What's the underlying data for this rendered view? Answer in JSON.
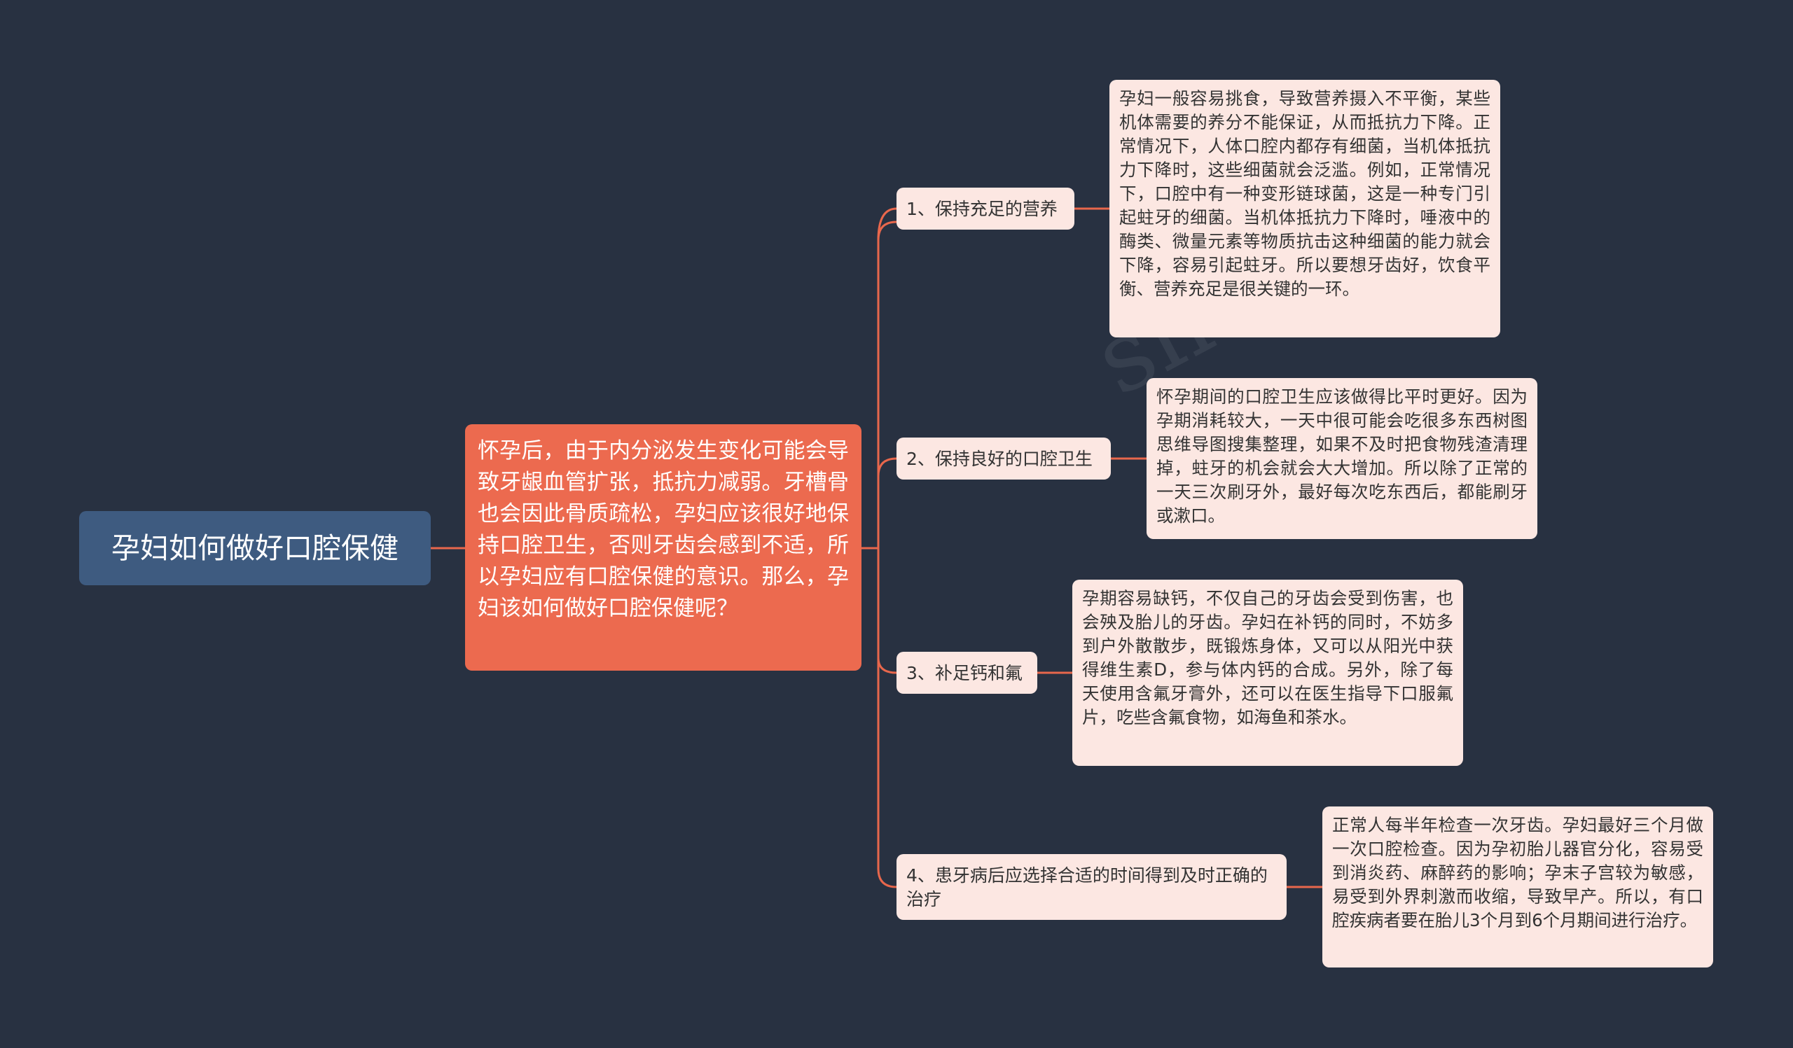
{
  "root": {
    "label": "孕妇如何做好口腔保健"
  },
  "summary": {
    "text": "怀孕后，由于内分泌发生变化可能会导致牙龈血管扩张，抵抗力减弱。牙槽骨也会因此骨质疏松，孕妇应该很好地保持口腔卫生，否则牙齿会感到不适，所以孕妇应有口腔保健的意识。那么，孕妇该如何做好口腔保健呢？"
  },
  "branches": [
    {
      "label": "1、保持充足的营养",
      "detail": "孕妇一般容易挑食，导致营养摄入不平衡，某些机体需要的养分不能保证，从而抵抗力下降。正常情况下，人体口腔内都存有细菌，当机体抵抗力下降时，这些细菌就会泛滥。例如，正常情况下，口腔中有一种变形链球菌，这是一种专门引起蛀牙的细菌。当机体抵抗力下降时，唾液中的酶类、微量元素等物质抗击这种细菌的能力就会下降，容易引起蛀牙。所以要想牙齿好，饮食平衡、营养充足是很关键的一环。"
    },
    {
      "label": "2、保持良好的口腔卫生",
      "detail": "怀孕期间的口腔卫生应该做得比平时更好。因为孕期消耗较大，一天中很可能会吃很多东西树图思维导图搜集整理，如果不及时把食物残渣清理掉，蛀牙的机会就会大大增加。所以除了正常的一天三次刷牙外，最好每次吃东西后，都能刷牙或漱口。"
    },
    {
      "label": "3、补足钙和氟",
      "detail": "孕期容易缺钙，不仅自己的牙齿会受到伤害，也会殃及胎儿的牙齿。孕妇在补钙的同时，不妨多到户外散散步，既锻炼身体，又可以从阳光中获得维生素D，参与体内钙的合成。另外，除了每天使用含氟牙膏外，还可以在医生指导下口服氟片，吃些含氟食物，如海鱼和茶水。"
    },
    {
      "label": "4、患牙病后应选择合适的时间得到及时正确的治疗",
      "detail": "正常人每半年检查一次牙齿。孕妇最好三个月做一次口腔检查。因为孕初胎儿器官分化，容易受到消炎药、麻醉药的影响；孕末子宫较为敏感，易受到外界刺激而收缩，导致早产。所以，有口腔疾病者要在胎儿3个月到6个月期间进行治疗。"
    }
  ],
  "watermark": "shutu.cn",
  "colors": {
    "background": "#283141",
    "root": "#3e5b80",
    "summary": "#ec6a4f",
    "branch": "#fce7e2",
    "connector": "#e8674c"
  }
}
